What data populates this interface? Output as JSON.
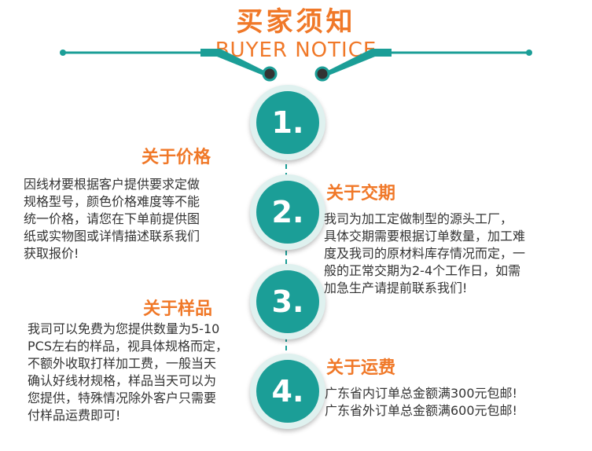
{
  "header": {
    "title_cn": "买家须知",
    "title_en": "BUYER NOTICE"
  },
  "colors": {
    "accent": "#f07828",
    "teal": "#1b9e97",
    "text": "#333333"
  },
  "steps": [
    {
      "number": "1."
    },
    {
      "number": "2."
    },
    {
      "number": "3."
    },
    {
      "number": "4."
    }
  ],
  "sections": {
    "price": {
      "heading": "关于价格",
      "lines": [
        "因线材要根据客户提供要求定做",
        "规格型号，颜色价格难度等不能",
        "统一价格，请您在下单前提供图",
        "纸或实物图或详情描述联系我们",
        "获取报价!"
      ]
    },
    "delivery": {
      "heading": "关于交期",
      "lines": [
        "我司为加工定做制型的源头工厂，",
        "具体交期需要根据订单数量，加工难",
        "度及我司的原材料库存情况而定，一",
        "般的正常交期为2-4个工作日，如需",
        "加急生产请提前联系我们!"
      ]
    },
    "sample": {
      "heading": "关于样品",
      "lines": [
        "我司可以免费为您提供数量为5-10",
        "PCS左右的样品，视具体规格而定，",
        "不额外收取打样加工费，一般当天",
        "确认好线材规格，样品当天可以为",
        "您提供，特殊情况除外客户只需要",
        "付样品运费即可!"
      ]
    },
    "shipping": {
      "heading": "关于运费",
      "lines": [
        "广东省内订单总金额满300元包邮!",
        "广东省外订单总金额满600元包邮!"
      ]
    }
  }
}
